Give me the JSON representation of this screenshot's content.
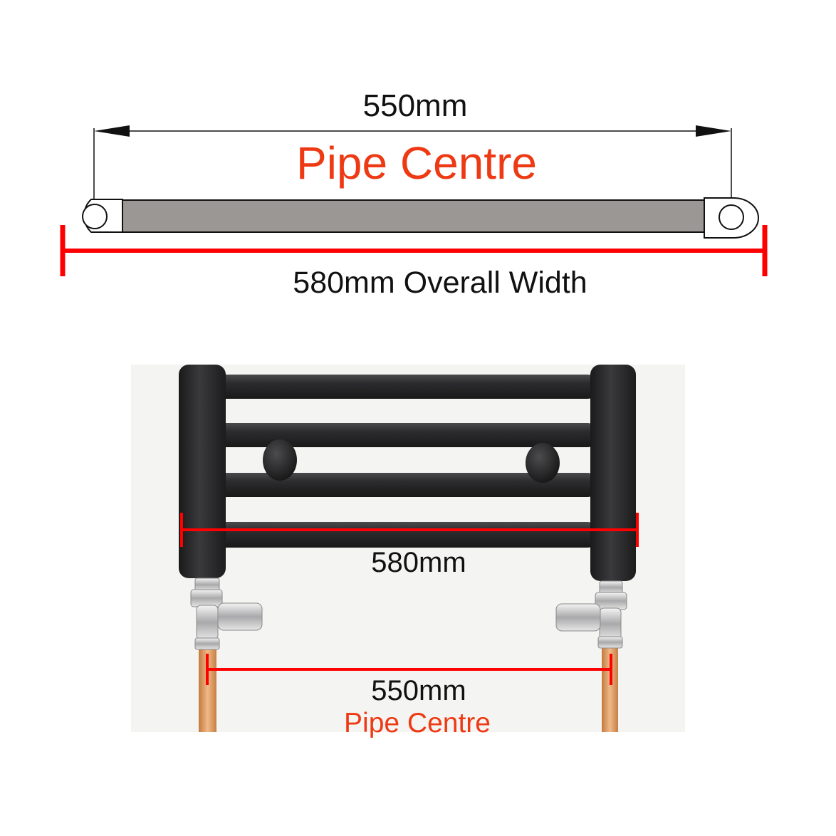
{
  "top_diagram": {
    "pipe_centre_value": "550mm",
    "pipe_centre_label": "Pipe Centre",
    "overall_width_label": "580mm Overall Width"
  },
  "photo": {
    "overall_width_value": "580mm",
    "pipe_centre_value": "550mm",
    "pipe_centre_label": "Pipe Centre"
  },
  "colors": {
    "accent_red": "#ff0000",
    "label_orange": "#ee3a14",
    "radiator_black": "#2a2a2c",
    "pipe_copper": "#d9985c",
    "rail_grey": "#9b9795"
  }
}
